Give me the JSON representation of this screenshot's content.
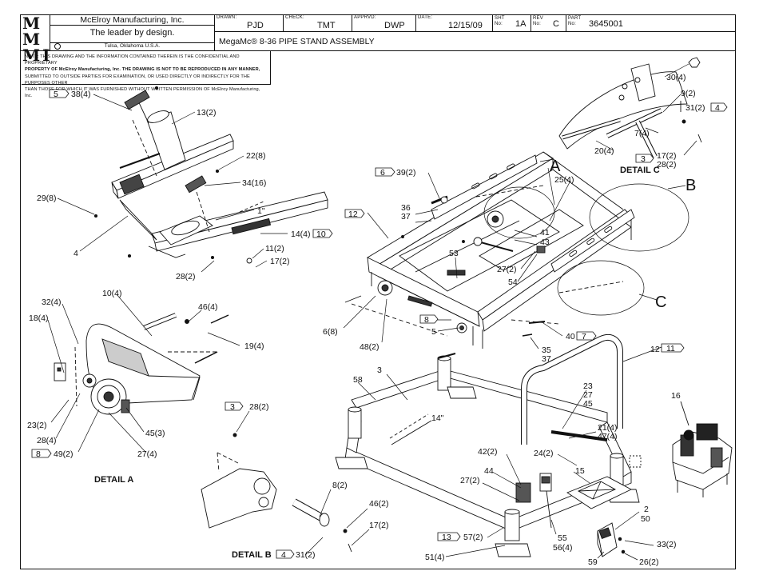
{
  "title_block": {
    "logo_line1": "M M",
    "logo_line2": "M I",
    "company": "McElroy Manufacturing, Inc.",
    "tagline": "The leader by design.",
    "location": "Tulsa, Oklahoma U.S.A.",
    "drawn_label": "DRAWN:",
    "drawn_value": "PJD",
    "check_label": "CHECK:",
    "check_value": "TMT",
    "apprvd_label": "APPRVD:",
    "apprvd_value": "DWP",
    "date_label": "DATE:",
    "date_value": "12/15/09",
    "sht_label": "SHT No:",
    "sht_value": "1A",
    "rev_label": "REV No:",
    "rev_value": "C",
    "part_label": "PART No:",
    "part_value": "3645001",
    "drawing_title": "MegaMc® 8-36 PIPE STAND ASSEMBLY"
  },
  "notes": [
    "NOTE: THIS DRAWING AND THE INFORMATION CONTAINED THEREIN IS THE CONFIDENTIAL AND PROPRIETARY",
    "PROPERTY OF McElroy Manufacturing, Inc. THE DRAWING IS NOT TO BE REPRODUCED IN ANY MANNER,",
    "SUBMITTED TO OUTSIDE PARTIES FOR EXAMINATION, OR USED DIRECTLY OR INDIRECTLY FOR THE PURPOSES OTHER",
    "THAN THOSE FOR WHICH IT WAS FURNISHED WITHOUT WRITTEN PERMISSION OF McElroy Manufacturing, Inc."
  ],
  "detail_titles": {
    "a": "DETAIL A",
    "b": "DETAIL B",
    "c": "DETAIL C",
    "letter_a": "A",
    "letter_b": "B",
    "letter_c": "C"
  },
  "callouts": {
    "c38": "38(4)",
    "b5": "5",
    "c13": "13(2)",
    "c22": "22(8)",
    "c34": "34(16)",
    "c29": "29(8)",
    "c4a": "4",
    "c1in": "1\"",
    "c14": "14(4)",
    "b10": "10",
    "c11": "11(2)",
    "c17a": "17(2)",
    "c28a": "28(2)",
    "c39": "39(2)",
    "b6": "6",
    "b12": "12",
    "c36": "36",
    "c37a": "37",
    "c25": "25(4)",
    "c41": "41",
    "c43": "43",
    "c53": "53",
    "c27a": "27(2)",
    "c54": "54",
    "c30": "30(4)",
    "c9": "9(2)",
    "c31a": "31(2)",
    "b4a": "4",
    "c7": "7(4)",
    "c20": "20(4)",
    "b3a": "3",
    "c17b": "17(2)",
    "c28b": "28(2)",
    "c10": "10(4)",
    "c46a": "46(4)",
    "c32": "32(4)",
    "c18": "18(4)",
    "c19": "19(4)",
    "c23a": "23(2)",
    "c28c": "28(4)",
    "b8a": "8",
    "c49": "49(2)",
    "c45": "45(3)",
    "c27b": "27(4)",
    "c6": "6(8)",
    "c48": "48(2)",
    "b8b": "8",
    "c5": "5",
    "c40": "40",
    "b7": "7",
    "c35": "35",
    "c37b": "37",
    "c12": "12",
    "b11": "11",
    "c3": "3",
    "c58": "58",
    "c14in": "14\"",
    "c16": "16",
    "c23b": "23",
    "c27c": "27",
    "c45b": "45",
    "c21": "21(4)",
    "c47": "47(4)",
    "c24": "24(2)",
    "c15": "15",
    "b3b": "3",
    "c28d": "28(2)",
    "c42": "42(2)",
    "c44": "44",
    "c27d": "27(2)",
    "c8": "8(2)",
    "c46b": "46(2)",
    "c17c": "17(2)",
    "b13": "13",
    "c57": "57(2)",
    "c51": "51(4)",
    "c55": "55",
    "c56": "56(4)",
    "c2": "2",
    "c50": "50",
    "c33": "33(2)",
    "c59": "59",
    "c26": "26(2)",
    "b4b": "4",
    "c31b": "31(2)"
  }
}
